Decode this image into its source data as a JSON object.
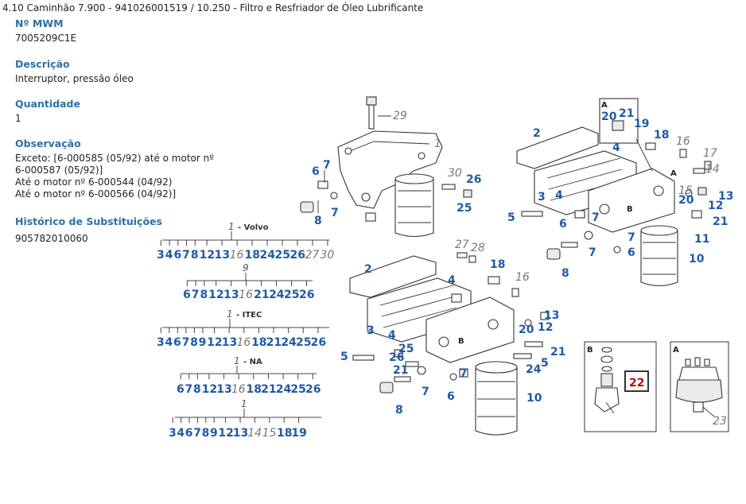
{
  "breadcrumb": "4.10 Caminhão 7.900 - 941026001519  /  10.250 - Filtro e Resfriador de Óleo Lubrificante",
  "fields": {
    "mwm_label": "Nº MWM",
    "mwm_value": "7005209C1E",
    "descricao_label": "Descrição",
    "descricao_value": "Interruptor, pressão óleo",
    "quantidade_label": "Quantidade",
    "quantidade_value": "1",
    "observacao_label": "Observação",
    "observacao_lines": [
      "Exceto: [6-000585 (05/92) até o motor nº",
      "6-000587 (05/92)]",
      "Até o motor nº 6-000544 (04/92)",
      "Até o motor nº 6-000566 (04/92)]"
    ],
    "historico_label": "Histórico de Substituições",
    "historico_value": "905782010060"
  },
  "tree": {
    "groups": [
      {
        "head_num": "1",
        "head_text": "Volvo",
        "items": [
          {
            "t": "3"
          },
          {
            "t": "4"
          },
          {
            "t": "6"
          },
          {
            "t": "7"
          },
          {
            "t": "8"
          },
          {
            "t": "12"
          },
          {
            "t": "13"
          },
          {
            "t": "16",
            "i": true
          },
          {
            "t": "18"
          },
          {
            "t": "24"
          },
          {
            "t": "25"
          },
          {
            "t": "26"
          },
          {
            "t": "27",
            "i": true
          },
          {
            "t": "30",
            "i": true
          }
        ]
      },
      {
        "head_num": "9",
        "head_text": "",
        "items": [
          {
            "t": "6"
          },
          {
            "t": "7"
          },
          {
            "t": "8"
          },
          {
            "t": "12"
          },
          {
            "t": "13"
          },
          {
            "t": "16",
            "i": true
          },
          {
            "t": "21"
          },
          {
            "t": "24"
          },
          {
            "t": "25"
          },
          {
            "t": "26"
          }
        ]
      },
      {
        "head_num": "1",
        "head_text": "ITEC",
        "items": [
          {
            "t": "3"
          },
          {
            "t": "4"
          },
          {
            "t": "6"
          },
          {
            "t": "7"
          },
          {
            "t": "8"
          },
          {
            "t": "9"
          },
          {
            "t": "12"
          },
          {
            "t": "13"
          },
          {
            "t": "16",
            "i": true
          },
          {
            "t": "18"
          },
          {
            "t": "21"
          },
          {
            "t": "24"
          },
          {
            "t": "25"
          },
          {
            "t": "26"
          }
        ]
      },
      {
        "head_num": "1",
        "head_text": "NA",
        "items": [
          {
            "t": "6"
          },
          {
            "t": "7"
          },
          {
            "t": "8"
          },
          {
            "t": "12"
          },
          {
            "t": "13"
          },
          {
            "t": "16",
            "i": true
          },
          {
            "t": "18"
          },
          {
            "t": "21"
          },
          {
            "t": "24"
          },
          {
            "t": "25"
          },
          {
            "t": "26"
          }
        ]
      },
      {
        "head_num": "1",
        "head_text": "",
        "items": [
          {
            "t": "3"
          },
          {
            "t": "4"
          },
          {
            "t": "6"
          },
          {
            "t": "7"
          },
          {
            "t": "8"
          },
          {
            "t": "9"
          },
          {
            "t": "12"
          },
          {
            "t": "13"
          },
          {
            "t": "14",
            "i": true
          },
          {
            "t": "15",
            "i": true
          },
          {
            "t": "18"
          },
          {
            "t": "19"
          }
        ]
      }
    ]
  },
  "callouts": {
    "c29": "29",
    "c1": "1",
    "c30": "30",
    "c26a": "26",
    "c25a": "25",
    "c7a": "7",
    "c6a": "6",
    "c8a": "8",
    "c7b": "7",
    "c2a": "2",
    "c4a": "4",
    "c3a": "3",
    "c4b": "4",
    "c5a": "5",
    "c6b": "6",
    "c7c": "7",
    "cBa": "B",
    "c7d": "7",
    "c6c": "6",
    "c8b": "8",
    "cAa": "A",
    "c20a": "20",
    "c21a": "21",
    "c19": "19",
    "c18a": "18",
    "c16a": "16",
    "c17": "17",
    "c14": "14",
    "c15": "15",
    "c20b": "20",
    "c12a": "12",
    "c13a": "13",
    "c21b": "21",
    "c11": "11",
    "c10a": "10",
    "c27": "27",
    "c28": "28",
    "c2b": "2",
    "c18b": "18",
    "c4c": "4",
    "c16b": "16",
    "c13b": "13",
    "c20c": "20",
    "c12b": "12",
    "c3b": "3",
    "c4d": "4",
    "c25b": "25",
    "c26b": "26",
    "c21c": "21",
    "c21d": "21",
    "c5b": "5",
    "c24": "24",
    "c5c": "5",
    "c7e": "7",
    "c6d": "6",
    "c8c": "8",
    "c7f": "7",
    "c10b": "10",
    "detailB": "B",
    "detailA": "A",
    "c22": "22",
    "c23": "23"
  },
  "colors": {
    "label_blue": "#2f6fa6",
    "callout_blue": "#1f5aa6",
    "highlight_red": "#c00000"
  }
}
